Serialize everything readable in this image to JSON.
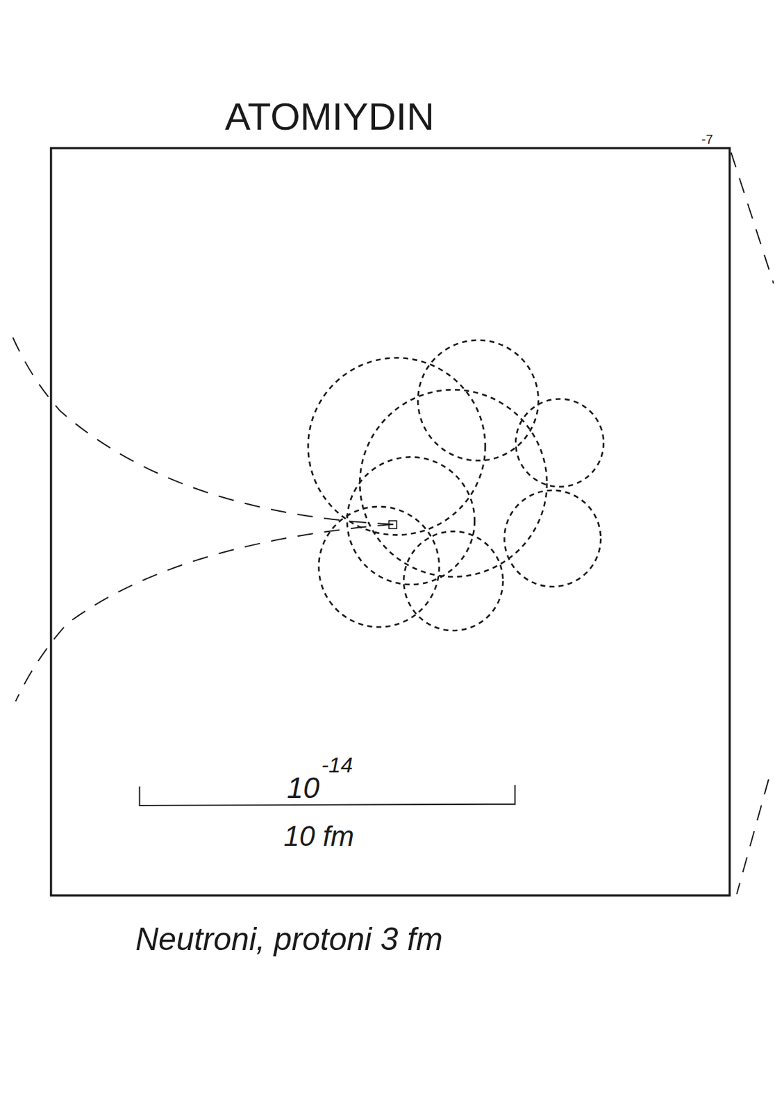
{
  "diagram": {
    "title": "ATOMIYDIN",
    "caption": "Neutroni, protoni 3 fm",
    "labels": [
      "-7",
      "10",
      "-14",
      "10 fm"
    ]
  }
}
